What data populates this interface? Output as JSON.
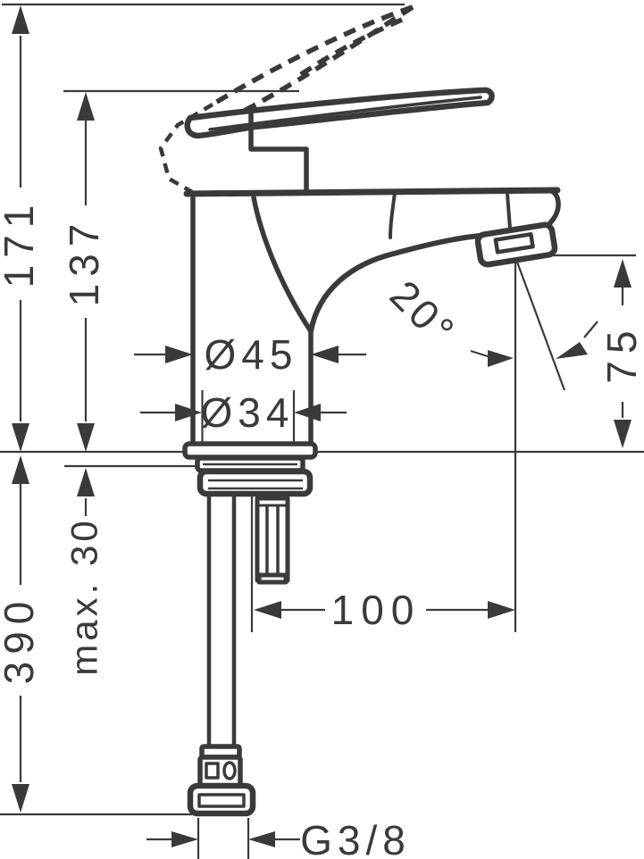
{
  "drawing": {
    "type": "technical dimension drawing",
    "subject": "single-lever basin mixer faucet, side view",
    "line_color": "#3a3a3a",
    "background_color": "#ffffff"
  },
  "labels": {
    "height_total": "171",
    "height_spout": "137",
    "diameter_body": "Ø45",
    "diameter_shank": "Ø34",
    "angle_spray": "20°",
    "height_outlet": "75",
    "mounting_thickness": "max. 30",
    "hose_length": "390",
    "reach": "100",
    "thread": "G3/8"
  }
}
